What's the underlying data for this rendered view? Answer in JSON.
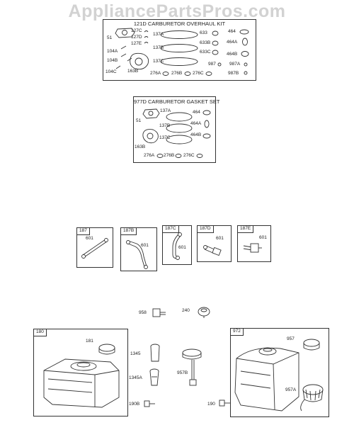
{
  "watermark": "AppliancePartsPros.com",
  "overhaul_kit": {
    "title": "121D CARBURETOR OVERHAUL KIT",
    "labels": [
      "51",
      "127C",
      "127D",
      "127E",
      "104A",
      "104B",
      "104C",
      "163B",
      "137A",
      "137B",
      "137C",
      "633",
      "633B",
      "633C",
      "464",
      "464A",
      "464B",
      "987",
      "987A",
      "987B",
      "276A",
      "276B",
      "276C"
    ]
  },
  "gasket_set": {
    "title": "977D CARBURETOR GASKET SET",
    "labels": [
      "51",
      "137A",
      "137B",
      "137C",
      "163B",
      "464",
      "464A",
      "464B",
      "276A",
      "276B",
      "276C"
    ]
  },
  "line_boxes": [
    {
      "tag": "187",
      "label": "601"
    },
    {
      "tag": "187B",
      "label": "601"
    },
    {
      "tag": "187C",
      "label": "601"
    },
    {
      "tag": "187D",
      "label": "601"
    },
    {
      "tag": "187E",
      "label": "601"
    }
  ],
  "loose_parts": [
    "958",
    "240",
    "1345",
    "1345A",
    "957B",
    "190B",
    "190"
  ],
  "tank_180": {
    "tag": "180",
    "label": "181"
  },
  "tank_972": {
    "tag": "972",
    "labels": [
      "957",
      "957A"
    ]
  }
}
